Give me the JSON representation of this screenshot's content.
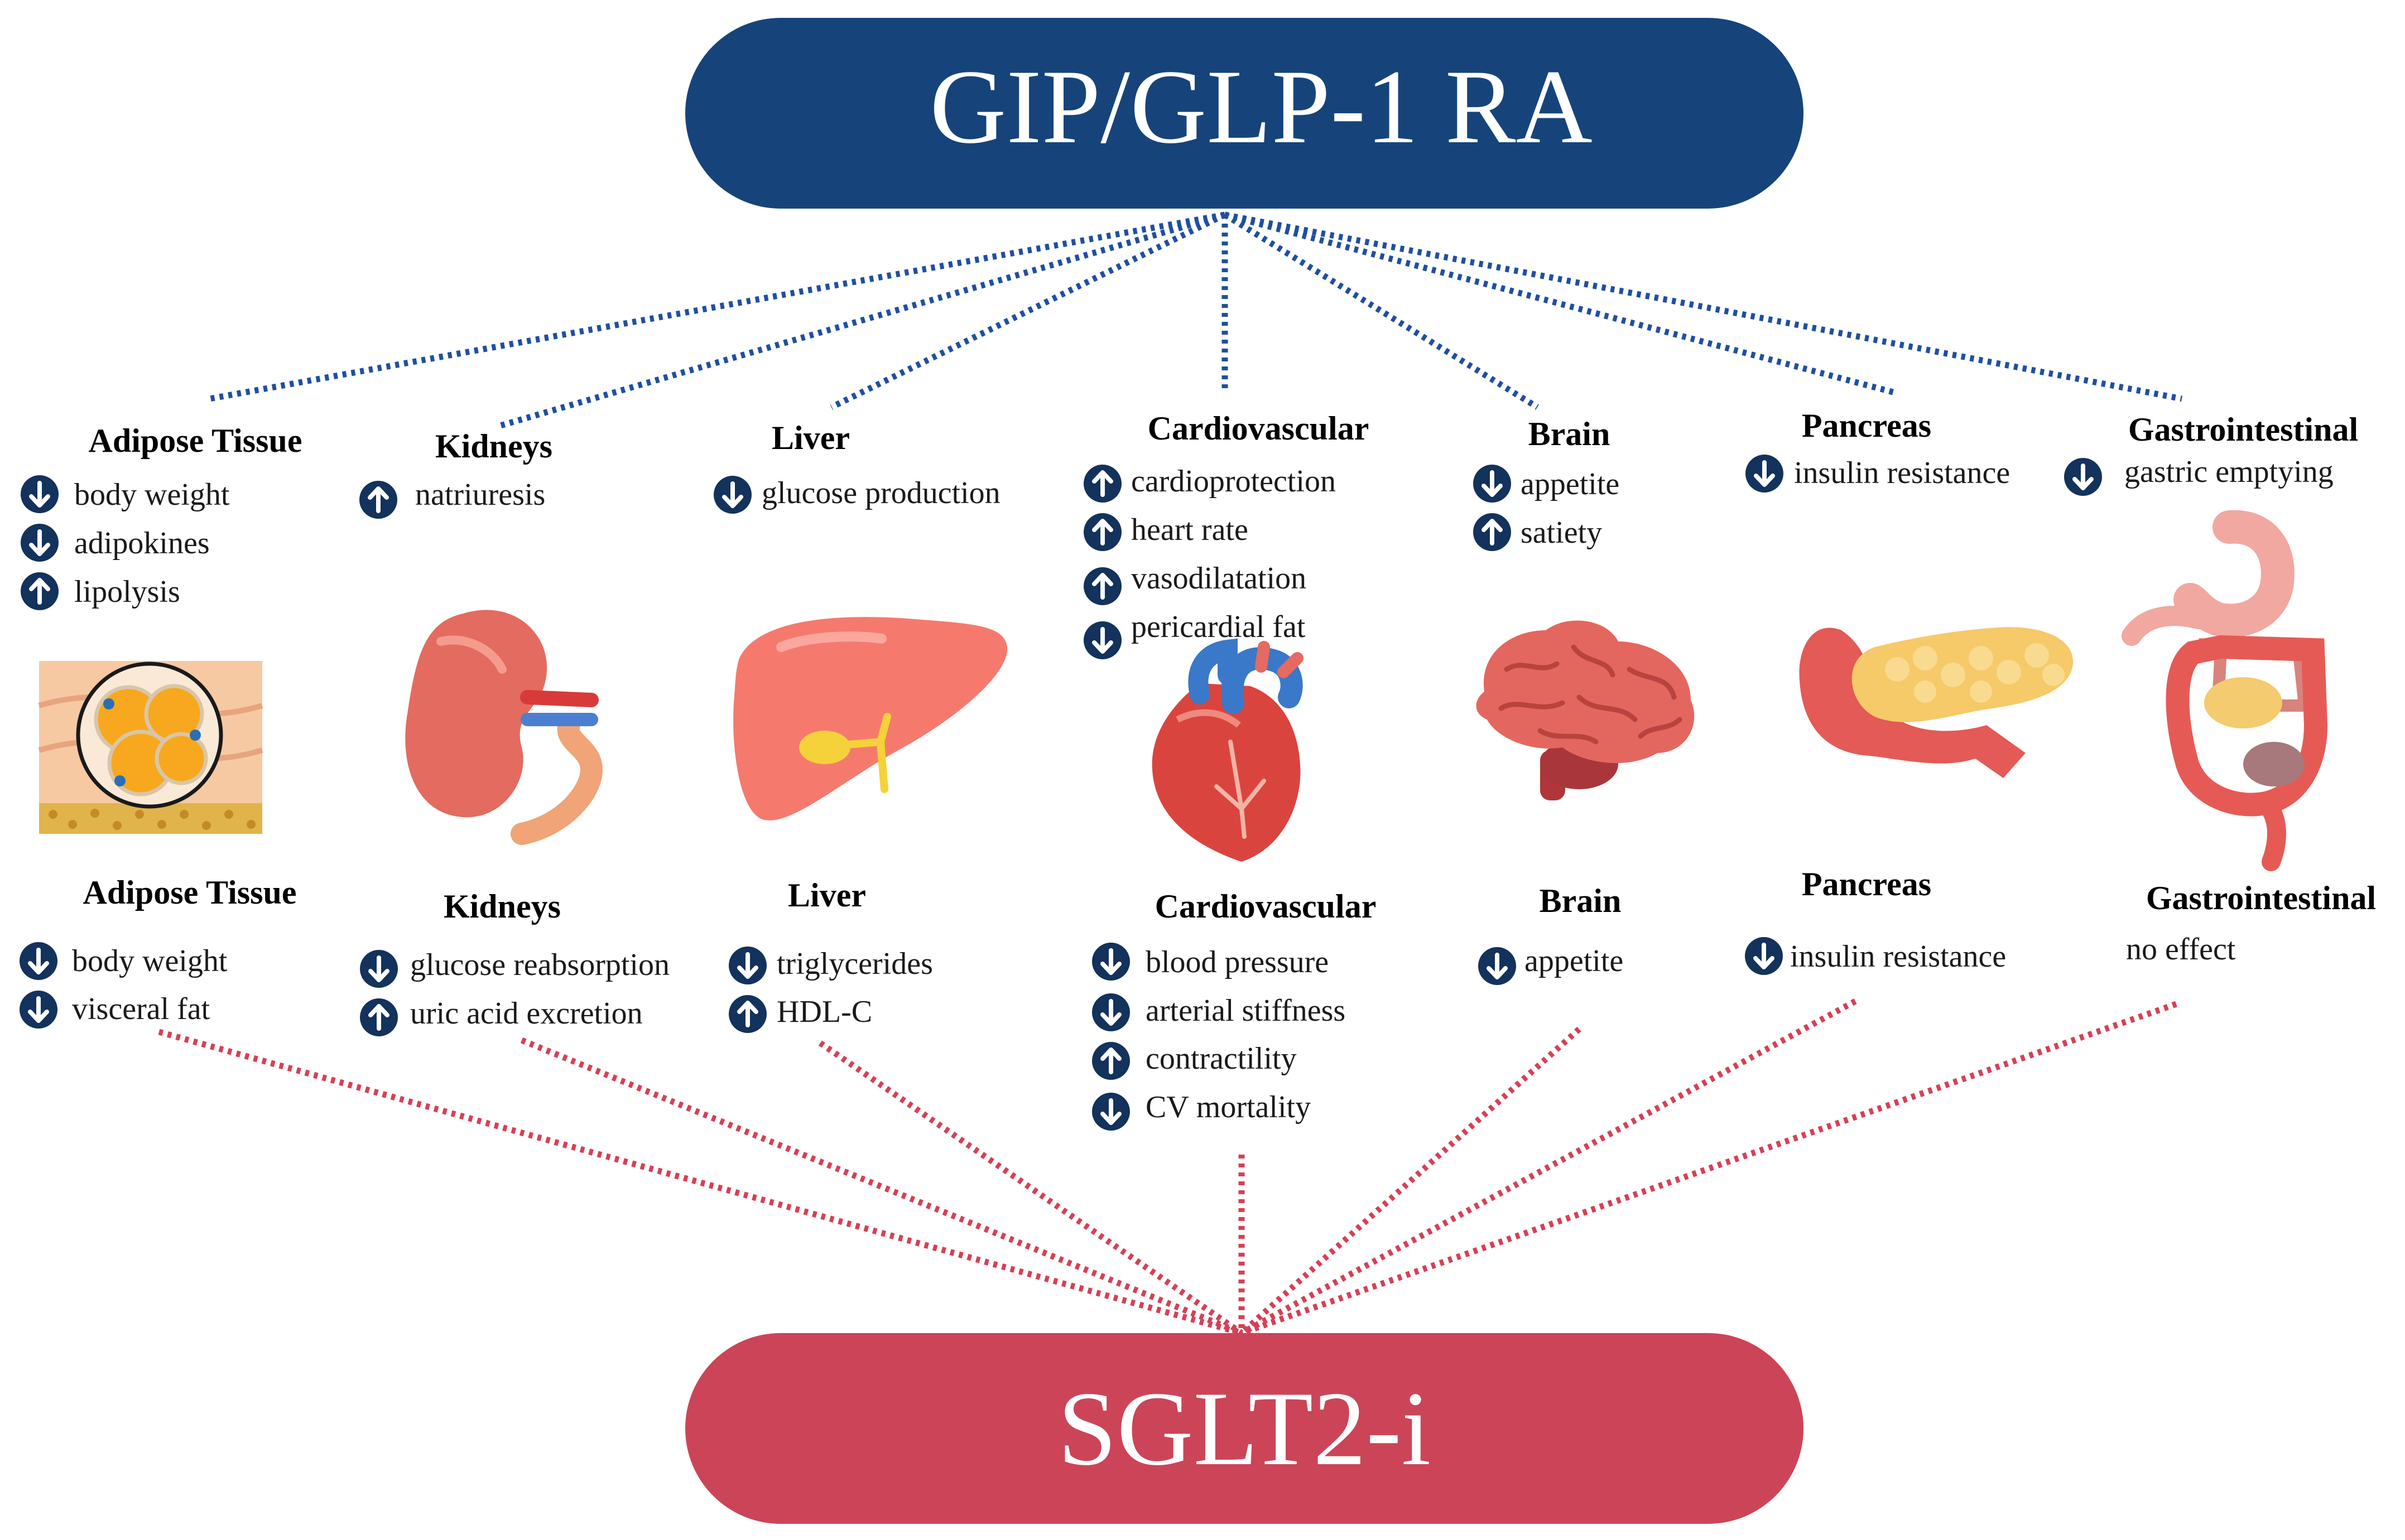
{
  "top": {
    "label": "GIP/GLP-1 RA",
    "color": "#16447a"
  },
  "bottom": {
    "label": "SGLT2-i",
    "color": "#cc4458"
  },
  "glp_organs": [
    {
      "name": "Adipose Tissue",
      "effects": [
        {
          "dir": "down",
          "text": "body weight"
        },
        {
          "dir": "down",
          "text": "adipokines"
        },
        {
          "dir": "up",
          "text": "lipolysis"
        }
      ]
    },
    {
      "name": "Kidneys",
      "effects": [
        {
          "dir": "up",
          "text": "natriuresis"
        }
      ]
    },
    {
      "name": "Liver",
      "effects": [
        {
          "dir": "down",
          "text": "glucose production"
        }
      ]
    },
    {
      "name": "Cardiovascular",
      "effects": [
        {
          "dir": "up",
          "text": "cardioprotection"
        },
        {
          "dir": "up",
          "text": "heart rate"
        },
        {
          "dir": "up",
          "text": "vasodilatation"
        },
        {
          "dir": "down",
          "text": "pericardial fat"
        }
      ]
    },
    {
      "name": "Brain",
      "effects": [
        {
          "dir": "down",
          "text": "appetite"
        },
        {
          "dir": "up",
          "text": "satiety"
        }
      ]
    },
    {
      "name": "Pancreas",
      "effects": [
        {
          "dir": "down",
          "text": "insulin resistance"
        }
      ]
    },
    {
      "name": "Gastrointestinal",
      "effects": [
        {
          "dir": "down",
          "text": "gastric emptying"
        }
      ]
    }
  ],
  "sglt_organs": [
    {
      "name": "Adipose Tissue",
      "effects": [
        {
          "dir": "down",
          "text": "body weight"
        },
        {
          "dir": "down",
          "text": "visceral fat"
        }
      ]
    },
    {
      "name": "Kidneys",
      "effects": [
        {
          "dir": "down",
          "text": "glucose reabsorption"
        },
        {
          "dir": "up",
          "text": "uric acid excretion"
        }
      ]
    },
    {
      "name": "Liver",
      "effects": [
        {
          "dir": "down",
          "text": "triglycerides"
        },
        {
          "dir": "up",
          "text": "HDL-C"
        }
      ]
    },
    {
      "name": "Cardiovascular",
      "effects": [
        {
          "dir": "down",
          "text": "blood pressure"
        },
        {
          "dir": "down",
          "text": "arterial stiffness"
        },
        {
          "dir": "up",
          "text": "contractility"
        },
        {
          "dir": "down",
          "text": "CV mortality"
        }
      ]
    },
    {
      "name": "Brain",
      "effects": [
        {
          "dir": "down",
          "text": "appetite"
        }
      ]
    },
    {
      "name": "Pancreas",
      "effects": [
        {
          "dir": "down",
          "text": "insulin resistance"
        }
      ]
    },
    {
      "name": "Gastrointestinal",
      "effects": [
        {
          "dir": "none",
          "text": "no effect"
        }
      ]
    }
  ],
  "icons": {
    "adipose": "adipose-tissue-icon",
    "kidney": "kidney-icon",
    "liver": "liver-icon",
    "heart": "heart-icon",
    "brain": "brain-icon",
    "pancreas": "pancreas-icon",
    "gi": "gastrointestinal-icon"
  },
  "colors": {
    "arrow_badge": "#13325c",
    "blue_line": "#1f4fa0",
    "red_line": "#d64055"
  }
}
